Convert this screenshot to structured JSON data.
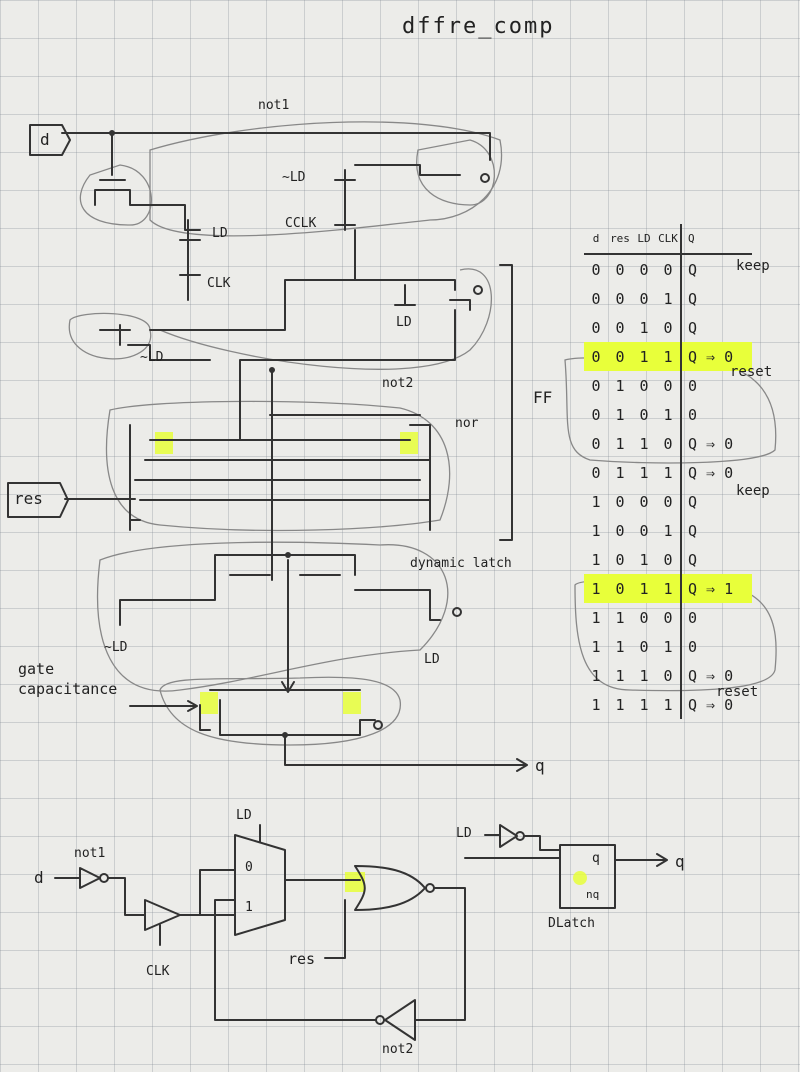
{
  "title": "dffre_comp",
  "labels": {
    "not1_top": "not1",
    "d_in": "d",
    "nld_1": "~LD",
    "ld_1": "LD",
    "cclk": "CCLK",
    "clk_1": "CLK",
    "nld_2": "~LD",
    "ld_2": "LD",
    "not2_top": "not2",
    "nor": "nor",
    "res_in": "res",
    "ff": "FF",
    "dynamic_latch": "dynamic latch",
    "nld_3": "~LD",
    "ld_3": "LD",
    "gate_cap_1": "gate",
    "gate_cap_2": "capacitance",
    "q_out": "q",
    "bot_ld_mux": "LD",
    "bot_d": "d",
    "bot_not1": "not1",
    "bot_mux_0": "0",
    "bot_mux_1": "1",
    "bot_clk": "CLK",
    "bot_res": "res",
    "bot_not2": "not2",
    "bot_ld_latch": "LD",
    "bot_latch_q": "q",
    "bot_latch_nq": "nq",
    "bot_dlatch": "DLatch",
    "bot_q": "q"
  },
  "truth_table": {
    "headers": [
      "d",
      "res",
      "LD",
      "CLK",
      "Q"
    ],
    "rows": [
      {
        "d": "0",
        "res": "0",
        "ld": "0",
        "clk": "0",
        "q": "Q",
        "hi": false
      },
      {
        "d": "0",
        "res": "0",
        "ld": "0",
        "clk": "1",
        "q": "Q",
        "hi": false
      },
      {
        "d": "0",
        "res": "0",
        "ld": "1",
        "clk": "0",
        "q": "Q",
        "hi": false
      },
      {
        "d": "0",
        "res": "0",
        "ld": "1",
        "clk": "1",
        "q": "Q ⇒ 0",
        "hi": true
      },
      {
        "d": "0",
        "res": "1",
        "ld": "0",
        "clk": "0",
        "q": "0",
        "hi": false
      },
      {
        "d": "0",
        "res": "1",
        "ld": "0",
        "clk": "1",
        "q": "0",
        "hi": false
      },
      {
        "d": "0",
        "res": "1",
        "ld": "1",
        "clk": "0",
        "q": "Q ⇒ 0",
        "hi": false
      },
      {
        "d": "0",
        "res": "1",
        "ld": "1",
        "clk": "1",
        "q": "Q ⇒ 0",
        "hi": false
      },
      {
        "d": "1",
        "res": "0",
        "ld": "0",
        "clk": "0",
        "q": "Q",
        "hi": false
      },
      {
        "d": "1",
        "res": "0",
        "ld": "0",
        "clk": "1",
        "q": "Q",
        "hi": false
      },
      {
        "d": "1",
        "res": "0",
        "ld": "1",
        "clk": "0",
        "q": "Q",
        "hi": false
      },
      {
        "d": "1",
        "res": "0",
        "ld": "1",
        "clk": "1",
        "q": "Q ⇒ 1",
        "hi": true
      },
      {
        "d": "1",
        "res": "1",
        "ld": "0",
        "clk": "0",
        "q": "0",
        "hi": false
      },
      {
        "d": "1",
        "res": "1",
        "ld": "0",
        "clk": "1",
        "q": "0",
        "hi": false
      },
      {
        "d": "1",
        "res": "1",
        "ld": "1",
        "clk": "0",
        "q": "Q ⇒ 0",
        "hi": false
      },
      {
        "d": "1",
        "res": "1",
        "ld": "1",
        "clk": "1",
        "q": "Q ⇒ 0",
        "hi": false
      }
    ],
    "notes": {
      "keep_1": "keep",
      "reset_1": "reset",
      "keep_2": "keep",
      "reset_2": "reset"
    }
  },
  "colors": {
    "highlight": "#e8ff3a",
    "ink": "#333333",
    "paper": "#ecece9"
  }
}
